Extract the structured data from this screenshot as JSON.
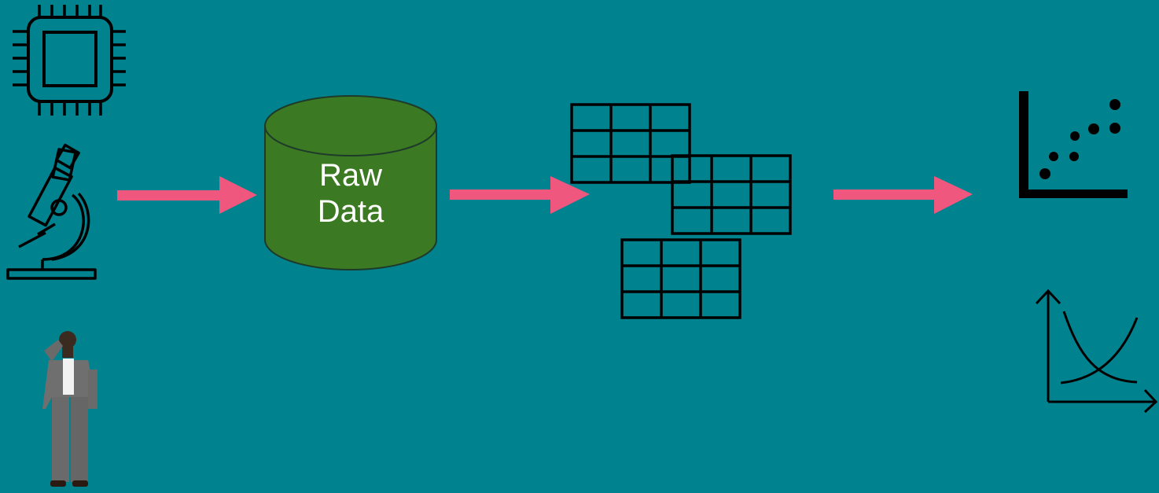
{
  "diagram": {
    "background_color": "#00838f",
    "arrow_color": "#f0577f",
    "database_fill": "#3b7a22",
    "icon_color": "#000000",
    "database": {
      "line1": "Raw",
      "line2": "Data"
    },
    "sources": [
      {
        "icon": "cpu-chip-icon"
      },
      {
        "icon": "microscope-icon"
      },
      {
        "icon": "person-photo"
      }
    ],
    "tables": [
      {
        "icon": "data-table-icon",
        "rows": 3,
        "cols": 3
      },
      {
        "icon": "data-table-icon",
        "rows": 3,
        "cols": 3
      },
      {
        "icon": "data-table-icon",
        "rows": 3,
        "cols": 3
      }
    ],
    "outputs": [
      {
        "icon": "scatter-plot-icon"
      },
      {
        "icon": "curve-chart-icon"
      }
    ]
  }
}
